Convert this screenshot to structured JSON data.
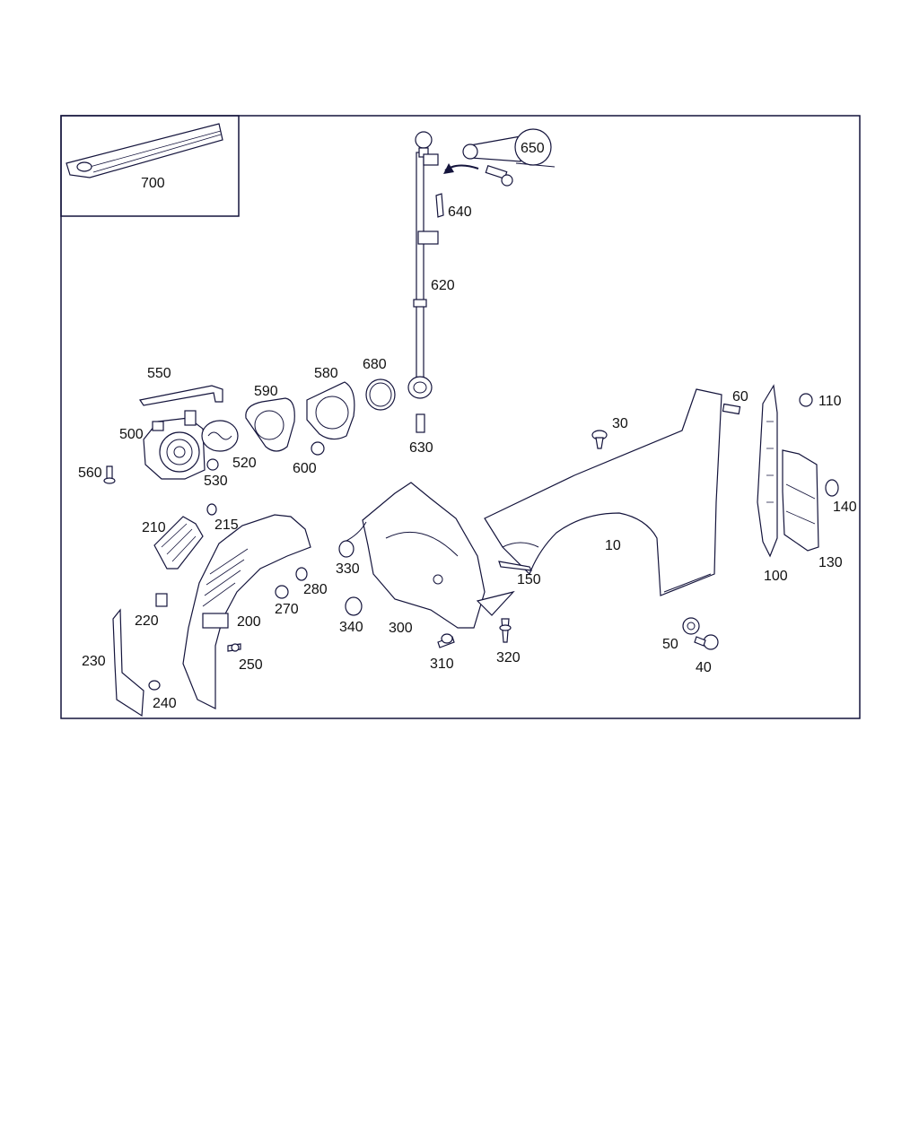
{
  "colors": {
    "line": "#14143c",
    "frame": "#14143c",
    "background": "#ffffff"
  },
  "inset": {
    "part_label": "700"
  },
  "parts": {
    "p10": "10",
    "p30": "30",
    "p40": "40",
    "p50": "50",
    "p60": "60",
    "p100": "100",
    "p110": "110",
    "p130": "130",
    "p140": "140",
    "p150": "150",
    "p200": "200",
    "p210": "210",
    "p215": "215",
    "p220": "220",
    "p230": "230",
    "p240": "240",
    "p250": "250",
    "p270": "270",
    "p280": "280",
    "p300": "300",
    "p310": "310",
    "p320": "320",
    "p330": "330",
    "p340": "340",
    "p500": "500",
    "p520": "520",
    "p530": "530",
    "p550": "550",
    "p560": "560",
    "p580": "580",
    "p590": "590",
    "p600": "600",
    "p620": "620",
    "p630": "630",
    "p640": "640",
    "p650": "650",
    "p680": "680"
  }
}
